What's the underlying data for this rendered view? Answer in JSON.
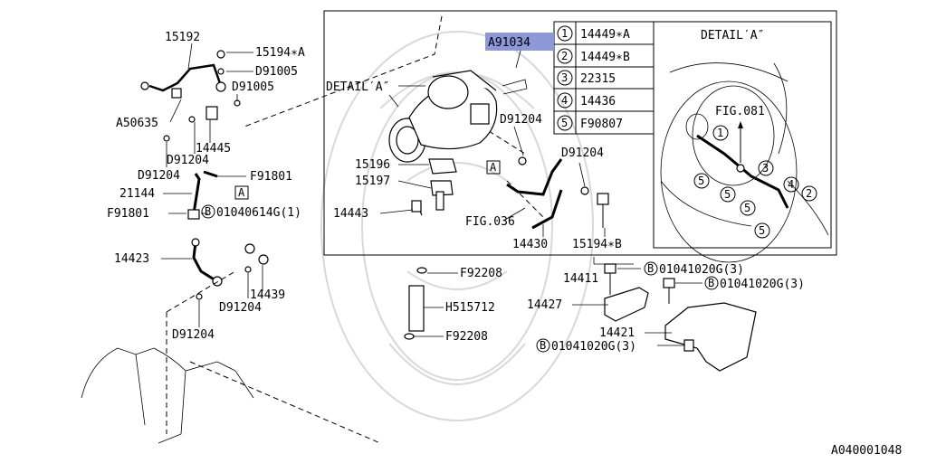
{
  "labels": {
    "p15192": "15192",
    "p15194a": "15194∗A",
    "d91005a": "D91005",
    "d91005b": "D91005",
    "a50635": "A50635",
    "p14445": "14445",
    "d91204a": "D91204",
    "d91204b": "D91204",
    "f91801a": "F91801",
    "p21144": "21144",
    "f91801b": "F91801",
    "b_01040614g": "01040614G(1)",
    "p14423": "14423",
    "p14439": "14439",
    "d91204c": "D91204",
    "d91204d": "D91204",
    "a91034": "A91034",
    "detail_a_main": "DETAIL′A″",
    "d91204e": "D91204",
    "d91204f": "D91204",
    "p15196": "15196",
    "p15197": "15197",
    "p14443": "14443",
    "fig036": "FIG.036",
    "p14430": "14430",
    "p15194b": "15194∗B",
    "p14411": "14411",
    "b_01041020g_1": "01041020G(3)",
    "b_01041020g_2": "01041020G(3)",
    "f92208a": "F92208",
    "h515712": "H515712",
    "p14427": "14427",
    "p14421": "14421",
    "f92208b": "F92208",
    "b_01041020g_3": "01041020G(3)",
    "box_a1": "A",
    "box_a2": "A",
    "circle_b": "B",
    "detail_a_title": "DETAIL′A″",
    "fig081": "FIG.081",
    "footer_code": "A040001048"
  },
  "legend": [
    {
      "num": "1",
      "part": "14449∗A"
    },
    {
      "num": "2",
      "part": "14449∗B"
    },
    {
      "num": "3",
      "part": "22315"
    },
    {
      "num": "4",
      "part": "14436"
    },
    {
      "num": "5",
      "part": "F90807"
    }
  ],
  "callouts": {
    "c1": "1",
    "c2": "2",
    "c3": "3",
    "c4": "4",
    "c5a": "5",
    "c5b": "5",
    "c5c": "5",
    "c5d": "5"
  }
}
